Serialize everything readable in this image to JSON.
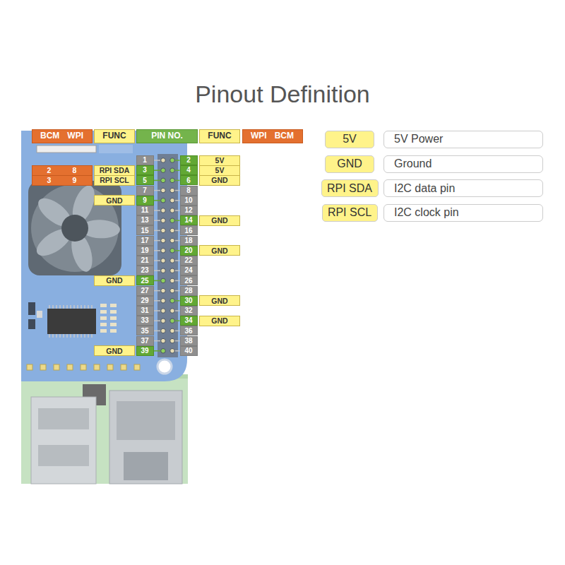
{
  "diagram": {
    "title": "Pinout Definition",
    "nodes": [
      {
        "text": [
          "BCM",
          "WPI"
        ]
      },
      {
        "text": [
          "FUNC"
        ]
      },
      {
        "text": [
          "PIN NO."
        ]
      },
      {
        "text": [
          "FUNC"
        ]
      },
      {
        "text": [
          "WPI",
          "BCM"
        ]
      },
      {
        "text": [
          "1"
        ]
      },
      {
        "text": [
          "2"
        ]
      },
      {
        "text": [
          "5V"
        ]
      },
      {
        "text": [
          "2",
          "8"
        ]
      },
      {
        "text": [
          "RPI SDA"
        ]
      },
      {
        "text": [
          "3"
        ]
      },
      {
        "text": [
          "4"
        ]
      },
      {
        "text": [
          "5V"
        ]
      },
      {
        "text": [
          "3",
          "9"
        ]
      },
      {
        "text": [
          "RPI SCL"
        ]
      },
      {
        "text": [
          "5"
        ]
      },
      {
        "text": [
          "6"
        ]
      },
      {
        "text": [
          "GND"
        ]
      },
      {
        "text": [
          "7"
        ]
      },
      {
        "text": [
          "8"
        ]
      },
      {
        "text": [
          "GND"
        ]
      },
      {
        "text": [
          "9"
        ]
      },
      {
        "text": [
          "10"
        ]
      },
      {
        "text": [
          "11"
        ]
      },
      {
        "text": [
          "12"
        ]
      },
      {
        "text": [
          "13"
        ]
      },
      {
        "text": [
          "14"
        ]
      },
      {
        "text": [
          "GND"
        ]
      },
      {
        "text": [
          "15"
        ]
      },
      {
        "text": [
          "16"
        ]
      },
      {
        "text": [
          "17"
        ]
      },
      {
        "text": [
          "18"
        ]
      },
      {
        "text": [
          "19"
        ]
      },
      {
        "text": [
          "20"
        ]
      },
      {
        "text": [
          "GND"
        ]
      },
      {
        "text": [
          "21"
        ]
      },
      {
        "text": [
          "22"
        ]
      },
      {
        "text": [
          "23"
        ]
      },
      {
        "text": [
          "24"
        ]
      },
      {
        "text": [
          "GND"
        ]
      },
      {
        "text": [
          "25"
        ]
      },
      {
        "text": [
          "26"
        ]
      },
      {
        "text": [
          "27"
        ]
      },
      {
        "text": [
          "28"
        ]
      },
      {
        "text": [
          "29"
        ]
      },
      {
        "text": [
          "30"
        ]
      },
      {
        "text": [
          "GND"
        ]
      },
      {
        "text": [
          "31"
        ]
      },
      {
        "text": [
          "32"
        ]
      },
      {
        "text": [
          "33"
        ]
      },
      {
        "text": [
          "34"
        ]
      },
      {
        "text": [
          "GND"
        ]
      },
      {
        "text": [
          "35"
        ]
      },
      {
        "text": [
          "36"
        ]
      },
      {
        "text": [
          "37"
        ]
      },
      {
        "text": [
          "38"
        ]
      },
      {
        "text": [
          "GND"
        ]
      },
      {
        "text": [
          "39"
        ]
      },
      {
        "text": [
          "40"
        ]
      },
      {
        "text": [
          "5V"
        ]
      },
      {
        "text": [
          "5V Power"
        ]
      },
      {
        "text": [
          "GND"
        ]
      },
      {
        "text": [
          "Ground"
        ]
      },
      {
        "text": [
          "RPI SDA"
        ]
      },
      {
        "text": [
          "I2C data pin"
        ]
      },
      {
        "text": [
          "RPI SCL"
        ]
      },
      {
        "text": [
          "I2C clock pin"
        ]
      }
    ]
  }
}
